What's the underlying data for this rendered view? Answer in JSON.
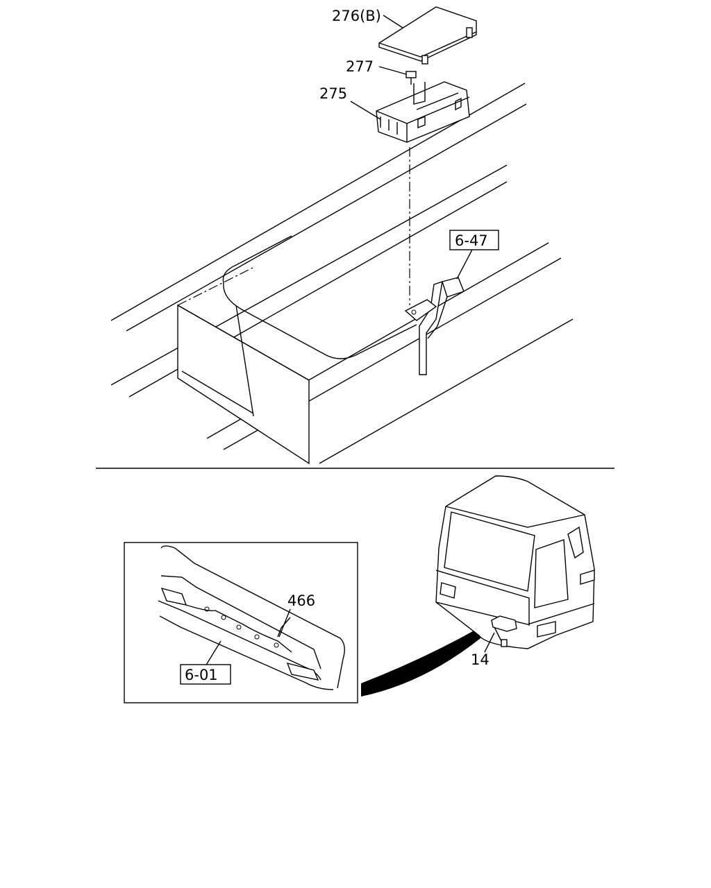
{
  "callouts": {
    "cover": "276(B)",
    "bolt": "277",
    "tray": "275",
    "bracket_ref": "6-47",
    "harness": "466",
    "bumper_ref": "6-01",
    "connector": "14"
  }
}
